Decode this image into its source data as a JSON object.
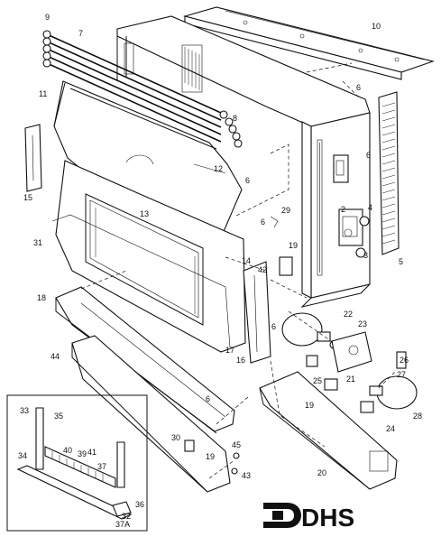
{
  "diagram": {
    "callouts": [
      {
        "id": "c9",
        "label": "9"
      },
      {
        "id": "c7",
        "label": "7"
      },
      {
        "id": "c10",
        "label": "10"
      },
      {
        "id": "c6a",
        "label": "6"
      },
      {
        "id": "c11",
        "label": "11"
      },
      {
        "id": "c8",
        "label": "8"
      },
      {
        "id": "c12",
        "label": "12"
      },
      {
        "id": "c6b",
        "label": "6"
      },
      {
        "id": "c15",
        "label": "15"
      },
      {
        "id": "c13",
        "label": "13"
      },
      {
        "id": "c6c",
        "label": "6"
      },
      {
        "id": "c29",
        "label": "29"
      },
      {
        "id": "c6d",
        "label": "6"
      },
      {
        "id": "c2",
        "label": "2"
      },
      {
        "id": "c4",
        "label": "4"
      },
      {
        "id": "c31",
        "label": "31"
      },
      {
        "id": "c19a",
        "label": "19"
      },
      {
        "id": "c3",
        "label": "3"
      },
      {
        "id": "c14",
        "label": "14"
      },
      {
        "id": "c42",
        "label": "42"
      },
      {
        "id": "c5",
        "label": "5"
      },
      {
        "id": "c18",
        "label": "18"
      },
      {
        "id": "c22",
        "label": "22"
      },
      {
        "id": "c23",
        "label": "23"
      },
      {
        "id": "c6e",
        "label": "6"
      },
      {
        "id": "c17",
        "label": "17"
      },
      {
        "id": "c16",
        "label": "16"
      },
      {
        "id": "c44",
        "label": "44"
      },
      {
        "id": "c26",
        "label": "26"
      },
      {
        "id": "c27",
        "label": "27"
      },
      {
        "id": "c25",
        "label": "25"
      },
      {
        "id": "c21",
        "label": "21"
      },
      {
        "id": "c6f",
        "label": "6"
      },
      {
        "id": "c19b",
        "label": "19"
      },
      {
        "id": "c28",
        "label": "28"
      },
      {
        "id": "c33",
        "label": "33"
      },
      {
        "id": "c35",
        "label": "35"
      },
      {
        "id": "c24",
        "label": "24"
      },
      {
        "id": "c30",
        "label": "30"
      },
      {
        "id": "c45",
        "label": "45"
      },
      {
        "id": "c34",
        "label": "34"
      },
      {
        "id": "c40",
        "label": "40"
      },
      {
        "id": "c39",
        "label": "39"
      },
      {
        "id": "c41",
        "label": "41"
      },
      {
        "id": "c19c",
        "label": "19"
      },
      {
        "id": "c37",
        "label": "37"
      },
      {
        "id": "c43",
        "label": "43"
      },
      {
        "id": "c20",
        "label": "20"
      },
      {
        "id": "c36",
        "label": "36"
      },
      {
        "id": "c32",
        "label": "32"
      },
      {
        "id": "c37a",
        "label": "37A"
      }
    ]
  },
  "logo": {
    "text": "DHS"
  }
}
